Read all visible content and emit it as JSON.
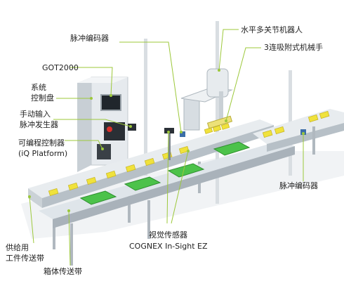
{
  "colors": {
    "leader_line": "#9cc83a",
    "conveyor_frame": "#dfe5ea",
    "conveyor_side": "#b7c0c7",
    "belt": "#3b4147",
    "tray_green": "#4cc24a",
    "workpiece_yellow": "#f0e23c",
    "control_panel": "#e6eaee",
    "floor_shadow": "#f1f3f5"
  },
  "labels": {
    "pulse_encoder_top": "脉冲编码器",
    "scara_robot": "水平多关节机器人",
    "suction_hand": "3连吸附式机械手",
    "got2000": "GOT2000",
    "system_panel_line1": "系统",
    "system_panel_line2": "控制盘",
    "manual_pulse_line1": "手动输入",
    "manual_pulse_line2": "脉冲发生器",
    "plc_line1": "可编程控制器",
    "plc_line2": "(iQ Platform)",
    "pulse_encoder_right": "脉冲编码器",
    "vision_line1": "视觉传感器",
    "vision_line2": "COGNEX In-Sight EZ",
    "supply_line1": "供给用",
    "supply_line2": "工件传送带",
    "box_conveyor": "箱体传送带"
  }
}
